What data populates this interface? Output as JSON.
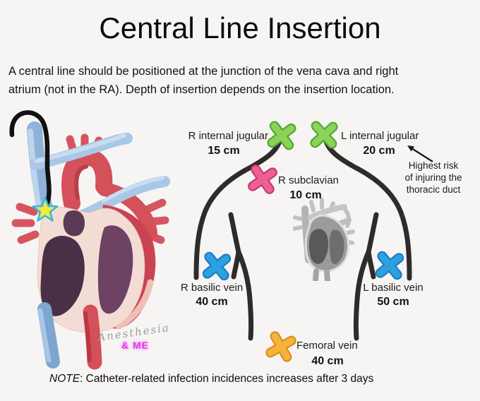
{
  "page": {
    "title": "Central Line Insertion",
    "subtitle_lines": [
      "A central line should be positioned at the junction of the vena cava and right",
      "atrium (not in the RA). Depth of insertion depends on the insertion location."
    ],
    "note_prefix": "NOTE",
    "note_text": ": Catheter-related infection incidences increases after 3 days"
  },
  "annotation": {
    "lines": [
      "Highest risk",
      "of injuring the",
      "thoracic duct"
    ]
  },
  "watermark": {
    "script_text": "Anesthesia",
    "accent_text": "& ME",
    "accent_color": "#e43cea"
  },
  "sites": [
    {
      "id": "r-internal-jugular",
      "label": "R internal jugular",
      "depth": "15 cm",
      "marker_color": "#8bd356",
      "marker_border": "#56a637"
    },
    {
      "id": "l-internal-jugular",
      "label": "L internal jugular",
      "depth": "20 cm",
      "marker_color": "#8bd356",
      "marker_border": "#56a637"
    },
    {
      "id": "r-subclavian",
      "label": "R subclavian",
      "depth": "10 cm",
      "marker_color": "#ee5f94",
      "marker_border": "#c53d74"
    },
    {
      "id": "r-basilic-vein",
      "label": "R basilic vein",
      "depth": "40 cm",
      "marker_color": "#2da0e2",
      "marker_border": "#1b7fc0"
    },
    {
      "id": "l-basilic-vein",
      "label": "L basilic vein",
      "depth": "50 cm",
      "marker_color": "#2da0e2",
      "marker_border": "#1b7fc0"
    },
    {
      "id": "femoral-vein",
      "label": "Femoral vein",
      "depth": "40 cm",
      "marker_color": "#f6b23c",
      "marker_border": "#d8911c"
    }
  ]
}
